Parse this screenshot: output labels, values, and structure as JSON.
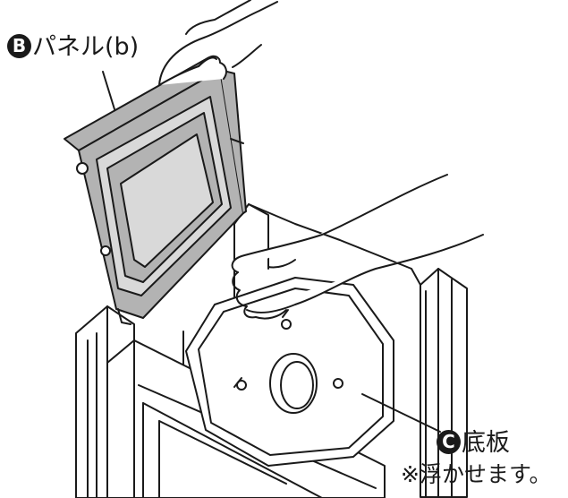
{
  "labels": {
    "panel": {
      "letter": "B",
      "text": "パネル(b)"
    },
    "bottom": {
      "letter": "C",
      "text": "底板"
    },
    "note": "※浮かせます。"
  },
  "colors": {
    "line": "#1a1a1a",
    "panel_fill": "#b3b3b3",
    "panel_light": "#d9d9d9",
    "box_fill": "#ffffff",
    "hand_fill": "#ffffff"
  }
}
